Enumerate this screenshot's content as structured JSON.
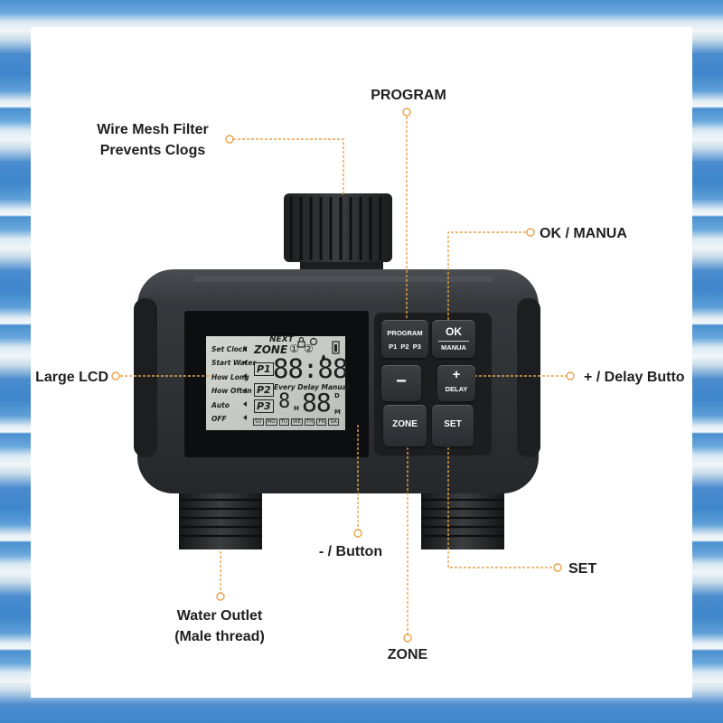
{
  "callouts": {
    "program": "PROGRAM",
    "filter_line1": "Wire Mesh Filter",
    "filter_line2": "Prevents Clogs",
    "ok_manua": "OK / MANUA",
    "large_lcd": "Large LCD",
    "plus_delay": "+ / Delay Butto",
    "minus_button": "- / Button",
    "set": "SET",
    "outlet_line1": "Water Outlet",
    "outlet_line2": "(Male thread)",
    "zone": "ZONE"
  },
  "lcd": {
    "menu": [
      "Set Clock",
      "Start Water",
      "How Long",
      "How Often",
      "Auto",
      "OFF"
    ],
    "next": "NEXT",
    "zone": "ZONE",
    "zone_1": "①",
    "zone_2": "②",
    "p1": "P1",
    "p2": "P2",
    "p3": "P3",
    "clock": "88:88",
    "labels_row": "Every  Delay  Manual",
    "big_digits": "88",
    "small_digit": "8",
    "unit_h": "H",
    "unit_d": "D",
    "unit_m": "M",
    "days": [
      "SU",
      "MO",
      "TU",
      "WE",
      "TH",
      "FR",
      "SA"
    ]
  },
  "buttons": {
    "program_label": "PROGRAM",
    "program_sub": "P1  P2  P3",
    "ok_label": "OK",
    "ok_sub": "MANUA",
    "minus_label": "−",
    "plus_label": "+",
    "plus_sub": "DELAY",
    "zone_label": "ZONE",
    "set_label": "SET"
  },
  "colors": {
    "callout_line": "#e8a24a",
    "device_body": "#2e3134",
    "lcd_background": "#c8cbc6"
  },
  "icons": [
    "lock-icon",
    "sync-icon",
    "water-drop-icon",
    "battery-icon"
  ]
}
